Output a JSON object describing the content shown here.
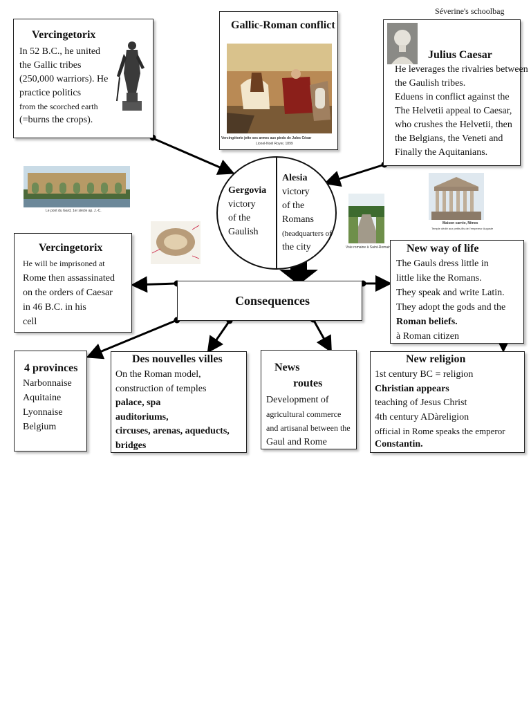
{
  "header": {
    "schoolbag": "Séverine's schoolbag"
  },
  "vercingetorix_top": {
    "title": "Vercingetorix",
    "lines": [
      "In 52 B.C., he united",
      "the Gallic tribes",
      "(250,000 warriors). He",
      "practice politics",
      "from the scorched earth",
      "(=burns the crops)."
    ]
  },
  "conflict": {
    "title": "Gallic-Roman conflict",
    "caption": "Vercingétorix jette ses armes aux pieds de Jules César",
    "caption2": "Lionel-Noël Royer, 1899"
  },
  "caesar": {
    "title": "Julius Caesar",
    "lines": [
      "He leverages the rivalries between",
      "the Gaulish tribes.",
      "Eduens in conflict against the",
      "The Helvetii appeal to Caesar,",
      "who crushes the Helvetii, then",
      "the Belgians, the Veneti and",
      "Finally the Aquitanians."
    ]
  },
  "circle": {
    "left_title": "Gergovia",
    "left_lines": [
      "victory",
      "of the",
      "Gaulish"
    ],
    "right_title": "Alesia",
    "right_lines": [
      "victory",
      "of the",
      "Romans"
    ],
    "right_small": "(headquarters of",
    "right_last": "the city"
  },
  "images": {
    "pont_caption": "Le pont du Gard, 1er siècle ap. J.-C.",
    "road_caption": "Voie romaine à Saint-Romain-en-Gal",
    "maison_caption": "Maison carrée, Nîmes",
    "maison_caption2": "Temple dédié aux petits-fils de l'empereur Auguste"
  },
  "vercingetorix_bottom": {
    "title": "Vercingetorix",
    "lines": [
      "He will be imprisoned at",
      "Rome then assassinated",
      "on the orders of Caesar",
      "in 46 B.C. in his",
      "cell"
    ]
  },
  "consequences": {
    "title": "Consequences"
  },
  "way_of_life": {
    "title": "New way of life",
    "lines": [
      "The Gauls dress little in",
      "little like the Romans.",
      "They speak and write Latin.",
      "They adopt the gods and the"
    ],
    "bold": "Roman beliefs.",
    "last": "à Roman citizen"
  },
  "provinces": {
    "title": "4 provinces",
    "items": [
      "Narbonnaise",
      "Aquitaine",
      "Lyonnaise",
      "Belgium"
    ]
  },
  "villes": {
    "title": "Des nouvelles villes",
    "lines": [
      "On the Roman model,",
      "construction of temples"
    ],
    "bold_lines": [
      "palace, spa",
      "auditoriums,",
      "circuses, arenas, aqueducts,",
      "bridges"
    ]
  },
  "routes": {
    "title1": "News",
    "title2": "routes",
    "line1": "Development of",
    "small_lines": [
      "agricultural commerce",
      "and artisanal between the"
    ],
    "last": "Gaul and Rome"
  },
  "religion": {
    "title": "New religion",
    "line1": "1st century BC = religion",
    "bold1": "Christian appears",
    "line2": "teaching of Jesus Christ",
    "line3": "4th century ADàreligion",
    "line4": "official in Rome speaks the emperor",
    "bold2": "Constantin."
  }
}
